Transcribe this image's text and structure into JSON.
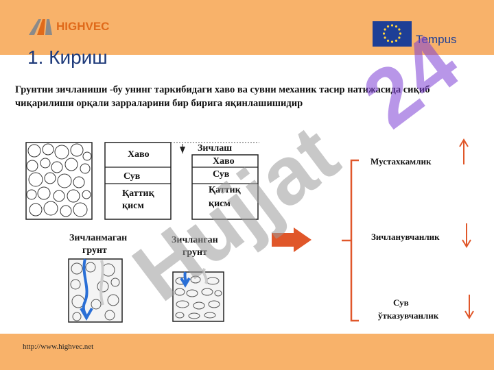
{
  "header": {
    "logo_left_text": "HIGHVEC",
    "logo_right_text": "Tempus",
    "title": "1. Кириш"
  },
  "intro_text": "Грунтни зичланиши -бу унинг таркибидаги хаво ва сувни механик тасир натижасида сиқиб чиқарилиши орқали  зарраларини бир бирига яқинлашишидир",
  "diagram": {
    "box1": {
      "air": "Хаво",
      "water": "Сув",
      "solid_line1": "Қаттиқ",
      "solid_line2": "қисм"
    },
    "box2": {
      "compaction": "Зичлаш",
      "air": "Хаво",
      "water": "Сув",
      "solid_line1": "Қаттиқ",
      "solid_line2": "қисм"
    },
    "uncompacted_line1": "Зичланмаган",
    "uncompacted_line2": "грунт",
    "compacted_line1": "Зичланган",
    "compacted_line2": "грунт"
  },
  "properties": {
    "strength": "Мустахкамлик",
    "compressibility": "Зичланувчанлик",
    "permeability_line1": "Сув",
    "permeability_line2": "ўтказувчанлик"
  },
  "footer": {
    "url": "http://www.highvec.net"
  },
  "watermark": {
    "text": "Hujjat 24"
  },
  "colors": {
    "band": "#f8b26a",
    "accent_red": "#e0572a",
    "title_blue": "#1e3a7a",
    "watermark_purple": "#7e3fd6"
  }
}
